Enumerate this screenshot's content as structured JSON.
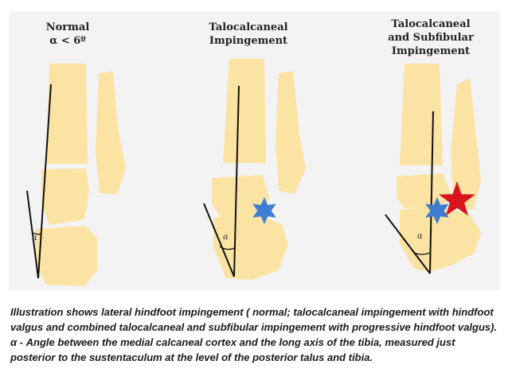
{
  "panels": [
    {
      "id": "normal",
      "title": "Normal\nα < 6º",
      "alpha_label": "α"
    },
    {
      "id": "talocalcaneal",
      "title": "Talocalcaneal\nImpingement",
      "alpha_label": "α"
    },
    {
      "id": "subfibular",
      "title": "Talocalcaneal\nand Subfibular\nImpingement",
      "alpha_label": "α"
    }
  ],
  "caption": "Illustration shows lateral hindfoot impingement ( normal; talocalcaneal impingement with hindfoot valgus and combined talocalcaneal and subfibular impingement with progressive hindfoot valgus). α - Angle between the medial calcaneal cortex and the long axis of the tibia, measured just posterior to the sustentaculum at the level of the posterior talus and tibia.",
  "colors": {
    "bone": "#fbe3a3",
    "figure_bg": "#f3f3f3",
    "line": "#111111",
    "blue_star": "#3f7dd0",
    "red_star": "#d8141c"
  }
}
